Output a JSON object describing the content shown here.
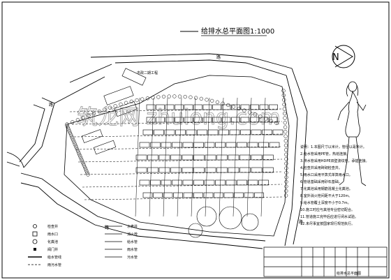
{
  "drawing": {
    "title": "给排水总平面图1:1000",
    "north_letter": "N",
    "watermark": "筑龙网 zhulong.com",
    "block_label": "市政二期工程"
  },
  "legend": {
    "items": [
      {
        "symbol": "circle",
        "label": "检查井"
      },
      {
        "symbol": "square",
        "label": "雨水口"
      },
      {
        "symbol": "circle-bar",
        "label": "化粪池"
      },
      {
        "symbol": "square-small",
        "label": "阀门井"
      },
      {
        "symbol": "line-thick",
        "label": "给水管线"
      },
      {
        "symbol": "line-dash",
        "label": "雨污水管"
      }
    ],
    "items_right": [
      {
        "symbol": "text",
        "label": "水表井"
      },
      {
        "symbol": "text",
        "label": "消火栓"
      },
      {
        "symbol": "text",
        "label": "给水管"
      },
      {
        "symbol": "text",
        "label": "雨水管"
      },
      {
        "symbol": "text",
        "label": "污水管"
      }
    ]
  },
  "notes": {
    "lines": [
      "说明：1.本图尺寸以米计，管径以毫米计。",
      "2.给水管采用PE管，热熔连接。",
      "3.排水管采用HDPE双壁波纹管，承插连接。",
      "4.检查井采用砖砌检查井。",
      "5.雨水口采用平箅式单箅雨水口。",
      "6.管道基础采用砂石基础。",
      "7.化粪池采用钢筋混凝土化粪池。",
      "8.室外消火栓间距不大于120m。",
      "9.给水管覆土深度不小于0.7m。",
      "10.施工时应与其他专业密切配合。",
      "11.管道施工完毕后应进行闭水试验。",
      "12.未尽事宜按国家现行规范执行。"
    ]
  },
  "title_block": {
    "label": "给排水总平面图"
  },
  "roads": {
    "left": "路",
    "right": "路",
    "top": "路",
    "bottom": "路"
  }
}
